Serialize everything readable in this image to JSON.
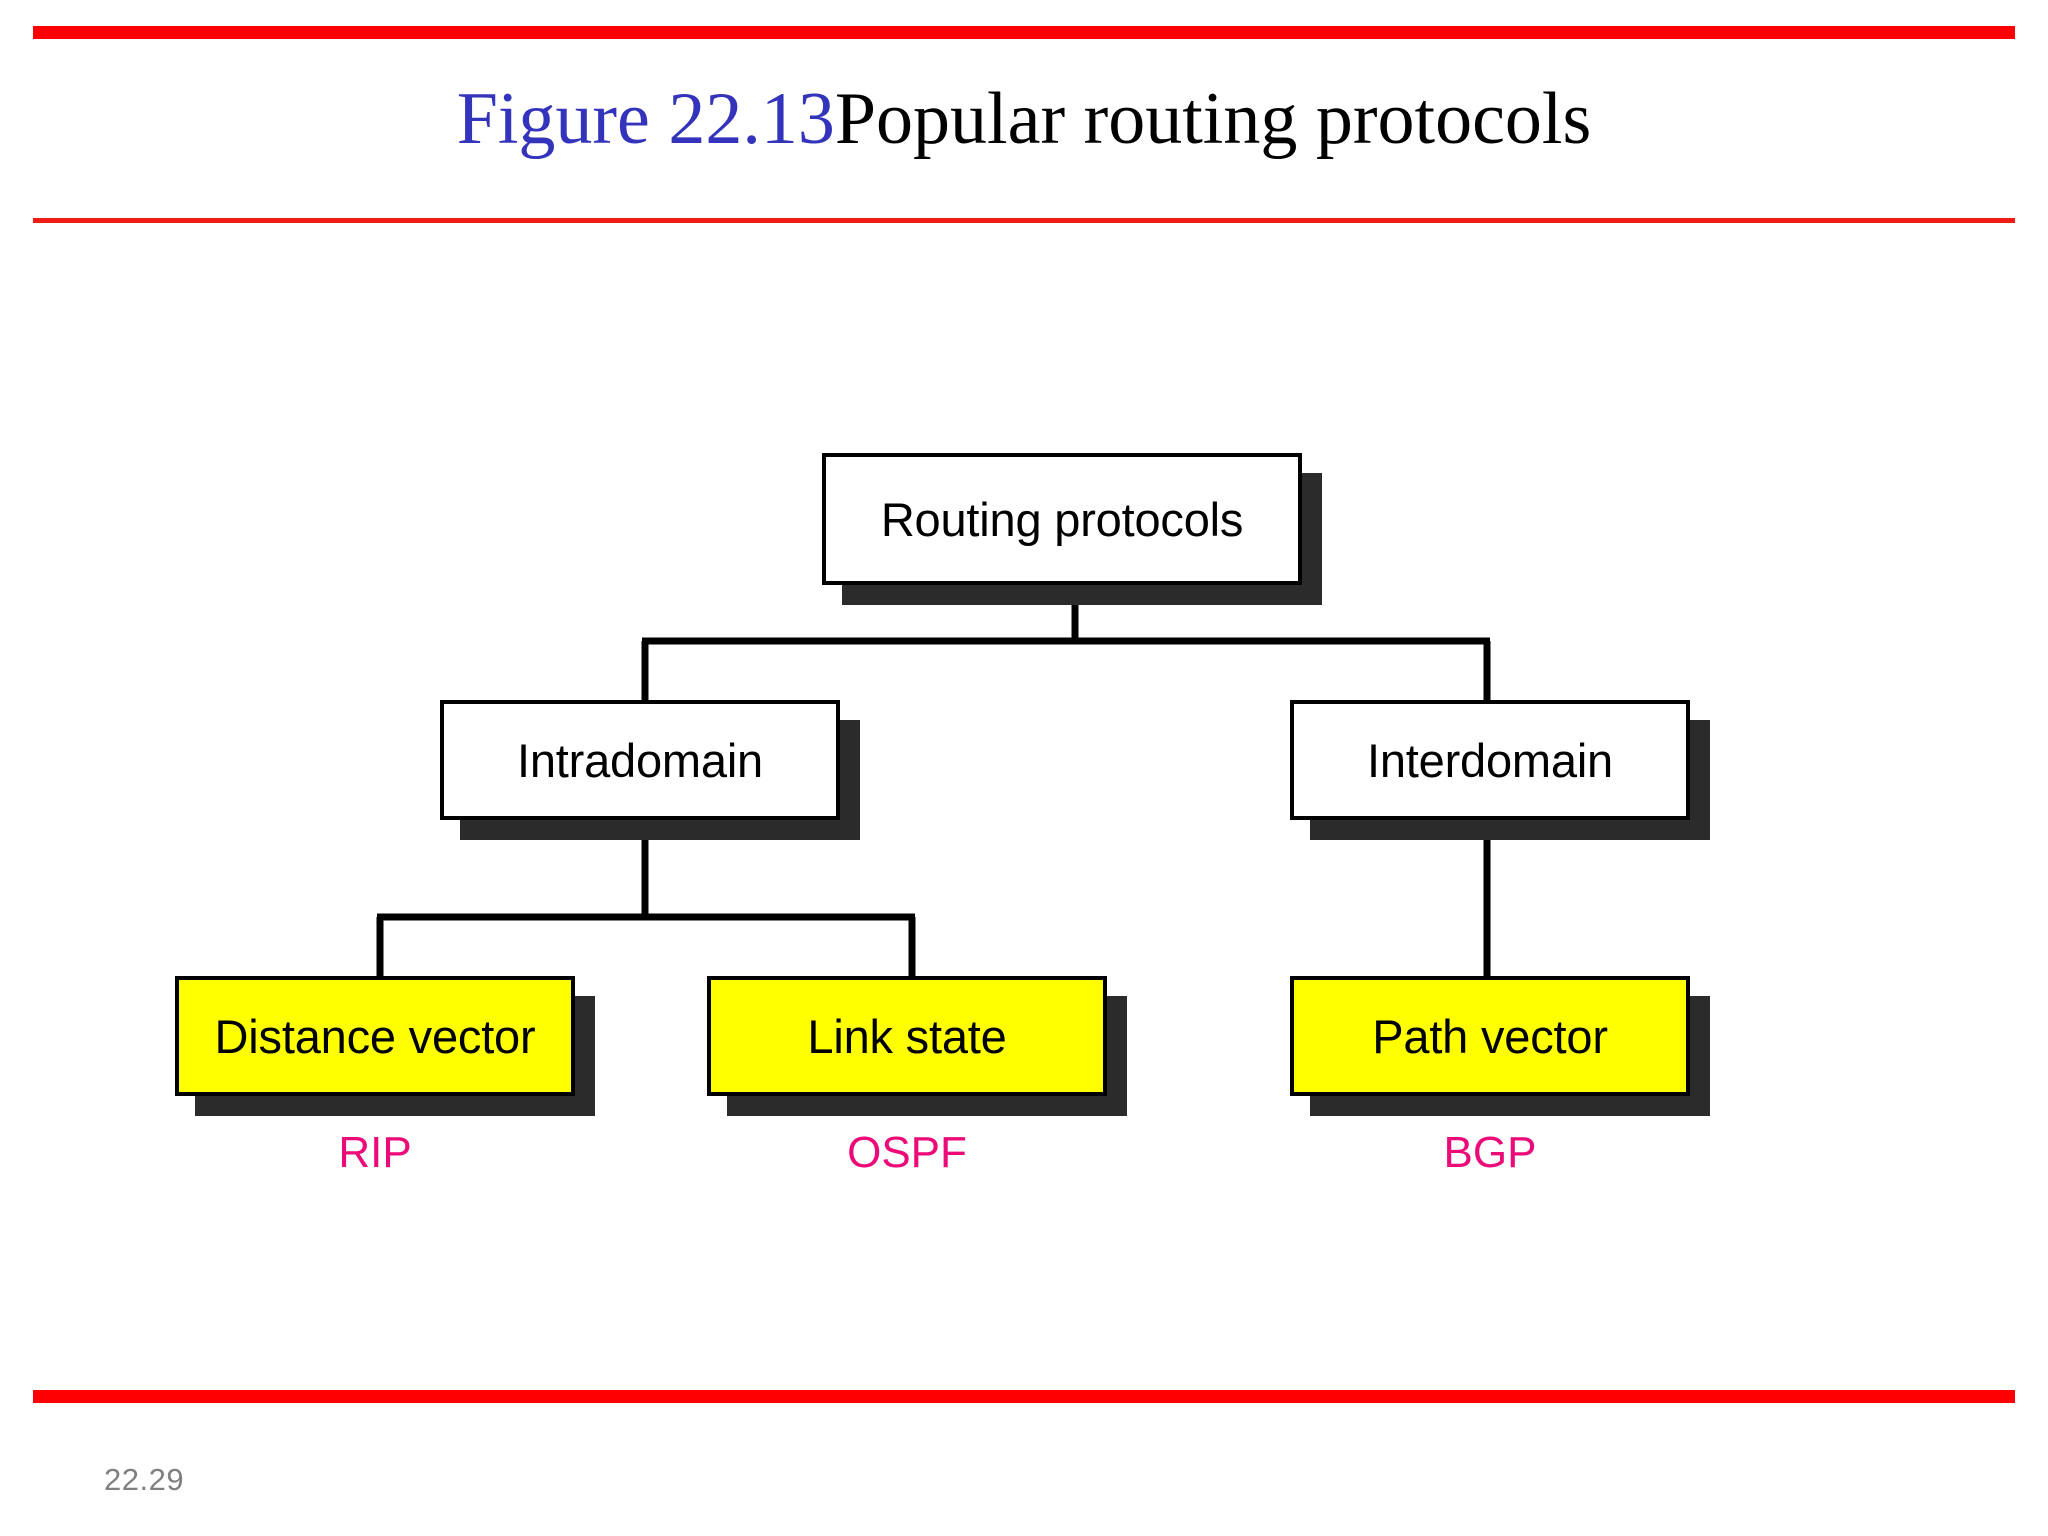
{
  "slide": {
    "page_number": "22.29",
    "title": {
      "figure_label": "Figure 22.13",
      "figure_title": "Popular routing protocols"
    }
  },
  "colors": {
    "rule_red": "#FF0000",
    "title_blue": "#3333BB",
    "title_black": "#000000",
    "node_yellow": "#FFFF00",
    "node_white": "#FFFFFF",
    "node_border": "#000000",
    "node_shadow": "#2B2B2B",
    "caption_pink": "#EC0A78",
    "page_number_gray": "#808080"
  },
  "diagram": {
    "type": "tree",
    "root": "Routing protocols",
    "nodes": [
      {
        "id": "root",
        "label": "Routing protocols",
        "level": 0,
        "fill": "white"
      },
      {
        "id": "intra",
        "label": "Intradomain",
        "level": 1,
        "fill": "white"
      },
      {
        "id": "inter",
        "label": "Interdomain",
        "level": 1,
        "fill": "white"
      },
      {
        "id": "distance",
        "label": "Distance vector",
        "level": 2,
        "fill": "yellow"
      },
      {
        "id": "link",
        "label": "Link state",
        "level": 2,
        "fill": "yellow"
      },
      {
        "id": "path",
        "label": "Path vector",
        "level": 2,
        "fill": "yellow"
      }
    ],
    "edges": [
      {
        "from": "root",
        "to": "intra"
      },
      {
        "from": "root",
        "to": "inter"
      },
      {
        "from": "intra",
        "to": "distance"
      },
      {
        "from": "intra",
        "to": "link"
      },
      {
        "from": "inter",
        "to": "path"
      }
    ],
    "captions": [
      {
        "for": "distance",
        "label": "RIP"
      },
      {
        "for": "link",
        "label": "OSPF"
      },
      {
        "for": "path",
        "label": "BGP"
      }
    ]
  }
}
